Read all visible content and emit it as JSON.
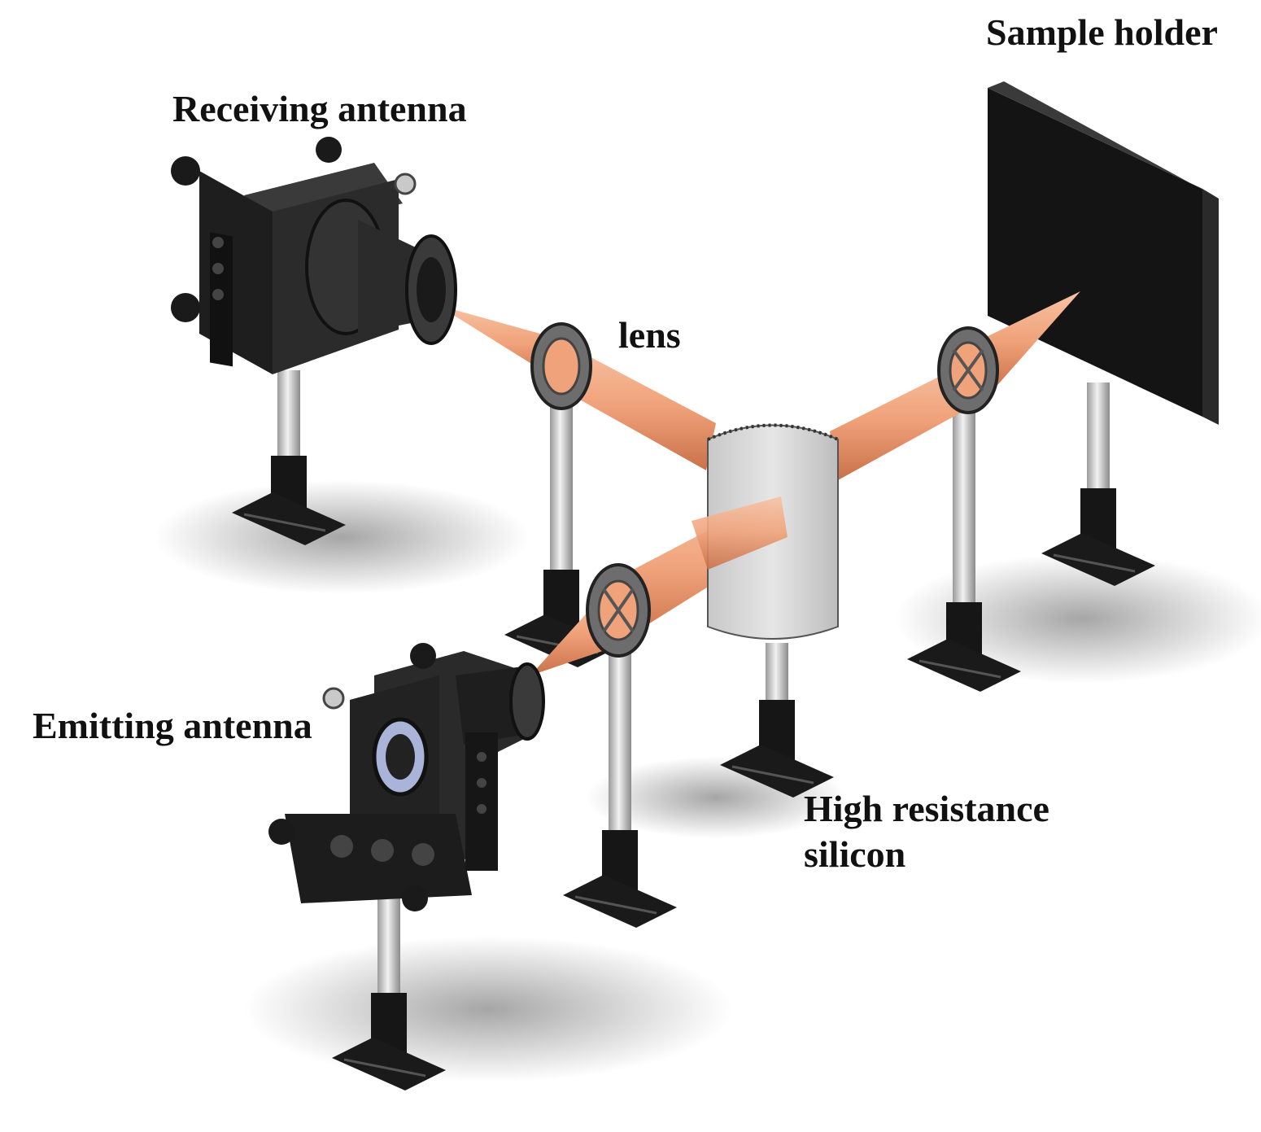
{
  "labels": {
    "sample_holder": "Sample holder",
    "receiving_antenna": "Receiving antenna",
    "lens": "lens",
    "emitting_antenna": "Emitting antenna",
    "silicon_line1": "High resistance",
    "silicon_line2": "silicon"
  },
  "colors": {
    "beam": "#f0a27a",
    "beam_shade": "#c9714a",
    "mount_dark": "#222222",
    "post_silver": "#d4d4d4",
    "silicon_gray": "#d9d9d9",
    "sample_black": "#141414"
  },
  "icons": [
    "receiving-antenna-mount",
    "emitting-antenna-mount",
    "lens-mount",
    "silicon-beamsplitter",
    "sample-holder-plate",
    "optical-post"
  ]
}
